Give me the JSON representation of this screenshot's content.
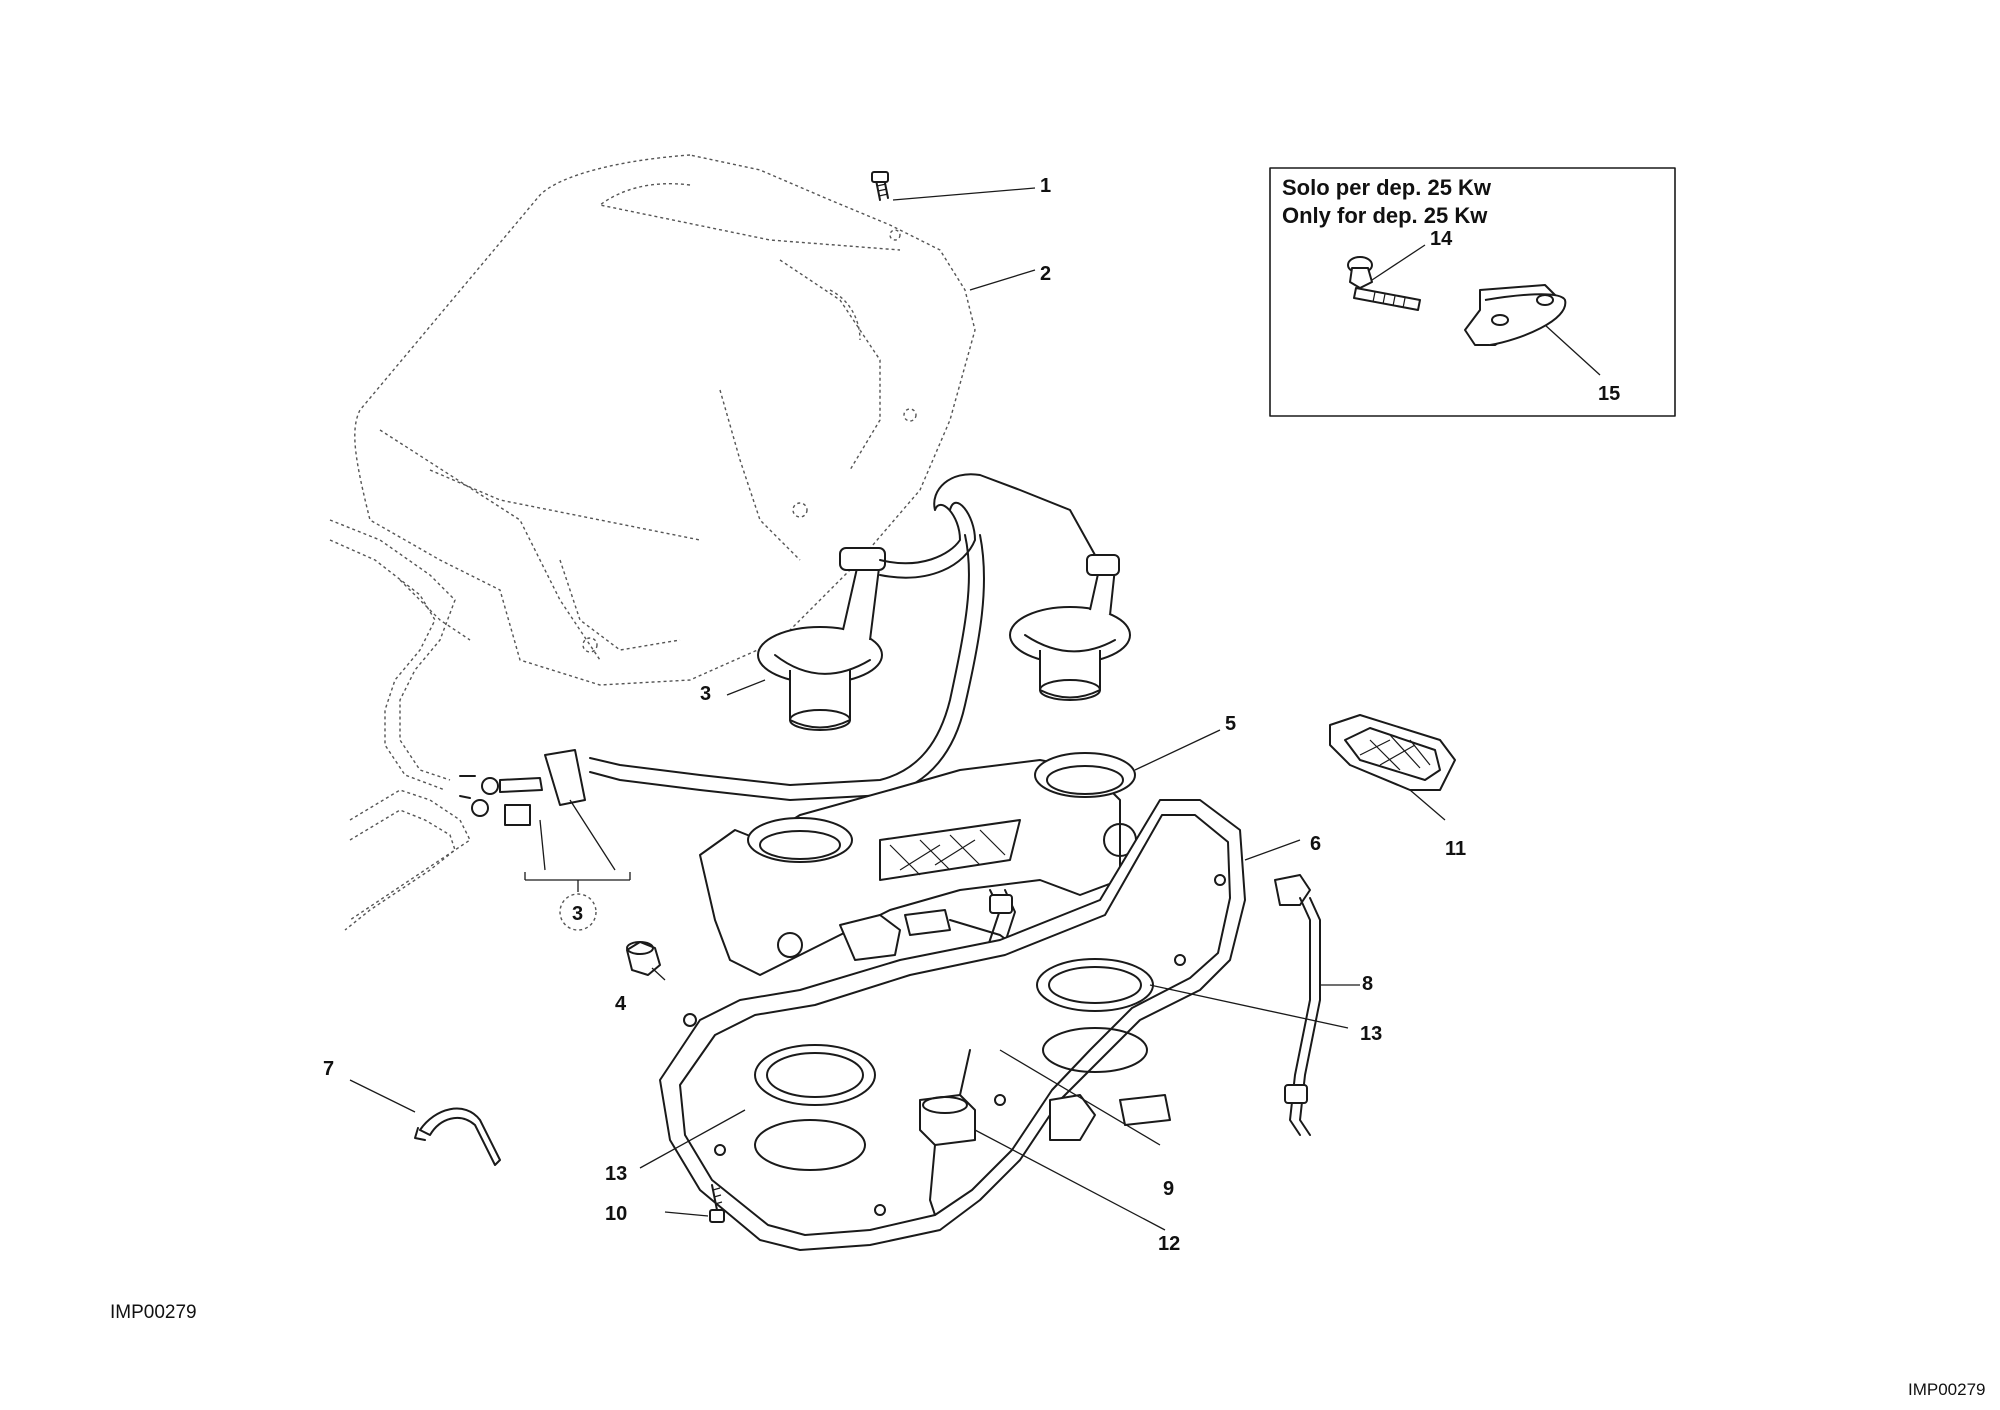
{
  "diagram": {
    "drawing_code": "IMP00279",
    "footer_code": "IMP00279",
    "inset": {
      "line1": "Solo per dep. 25 Kw",
      "line2": "Only for dep. 25 Kw"
    },
    "callouts": {
      "c1": "1",
      "c2": "2",
      "c3a": "3",
      "c3b": "3",
      "c4": "4",
      "c5": "5",
      "c6": "6",
      "c7": "7",
      "c8": "8",
      "c9": "9",
      "c10": "10",
      "c11": "11",
      "c12": "12",
      "c13a": "13",
      "c13b": "13",
      "c14": "14",
      "c15": "15"
    }
  }
}
